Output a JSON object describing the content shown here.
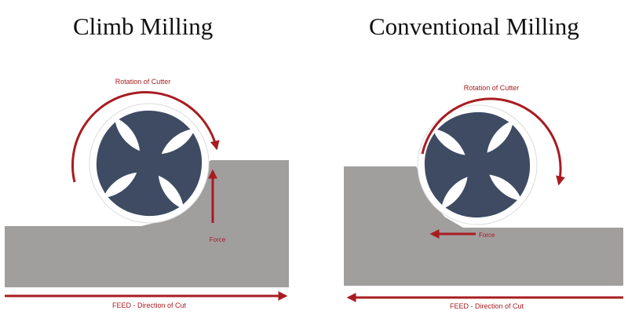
{
  "colors": {
    "workpiece": "#a19e9e",
    "cutter": "#3e4b63",
    "arrow": "#a81c21",
    "label": "#a81c21",
    "background": "#ffffff"
  },
  "left_panel": {
    "title": "Climb Milling",
    "rotation_label": "Rotation of Cutter",
    "force_label": "Force",
    "feed_label": "FEED - Direction of Cut",
    "feed_direction": "right",
    "force_direction": "up"
  },
  "right_panel": {
    "title": "Conventional Milling",
    "rotation_label": "Rotation of Cutter",
    "force_label": "Force",
    "feed_label": "FEED - Direction of Cut",
    "feed_direction": "left",
    "force_direction": "left"
  }
}
